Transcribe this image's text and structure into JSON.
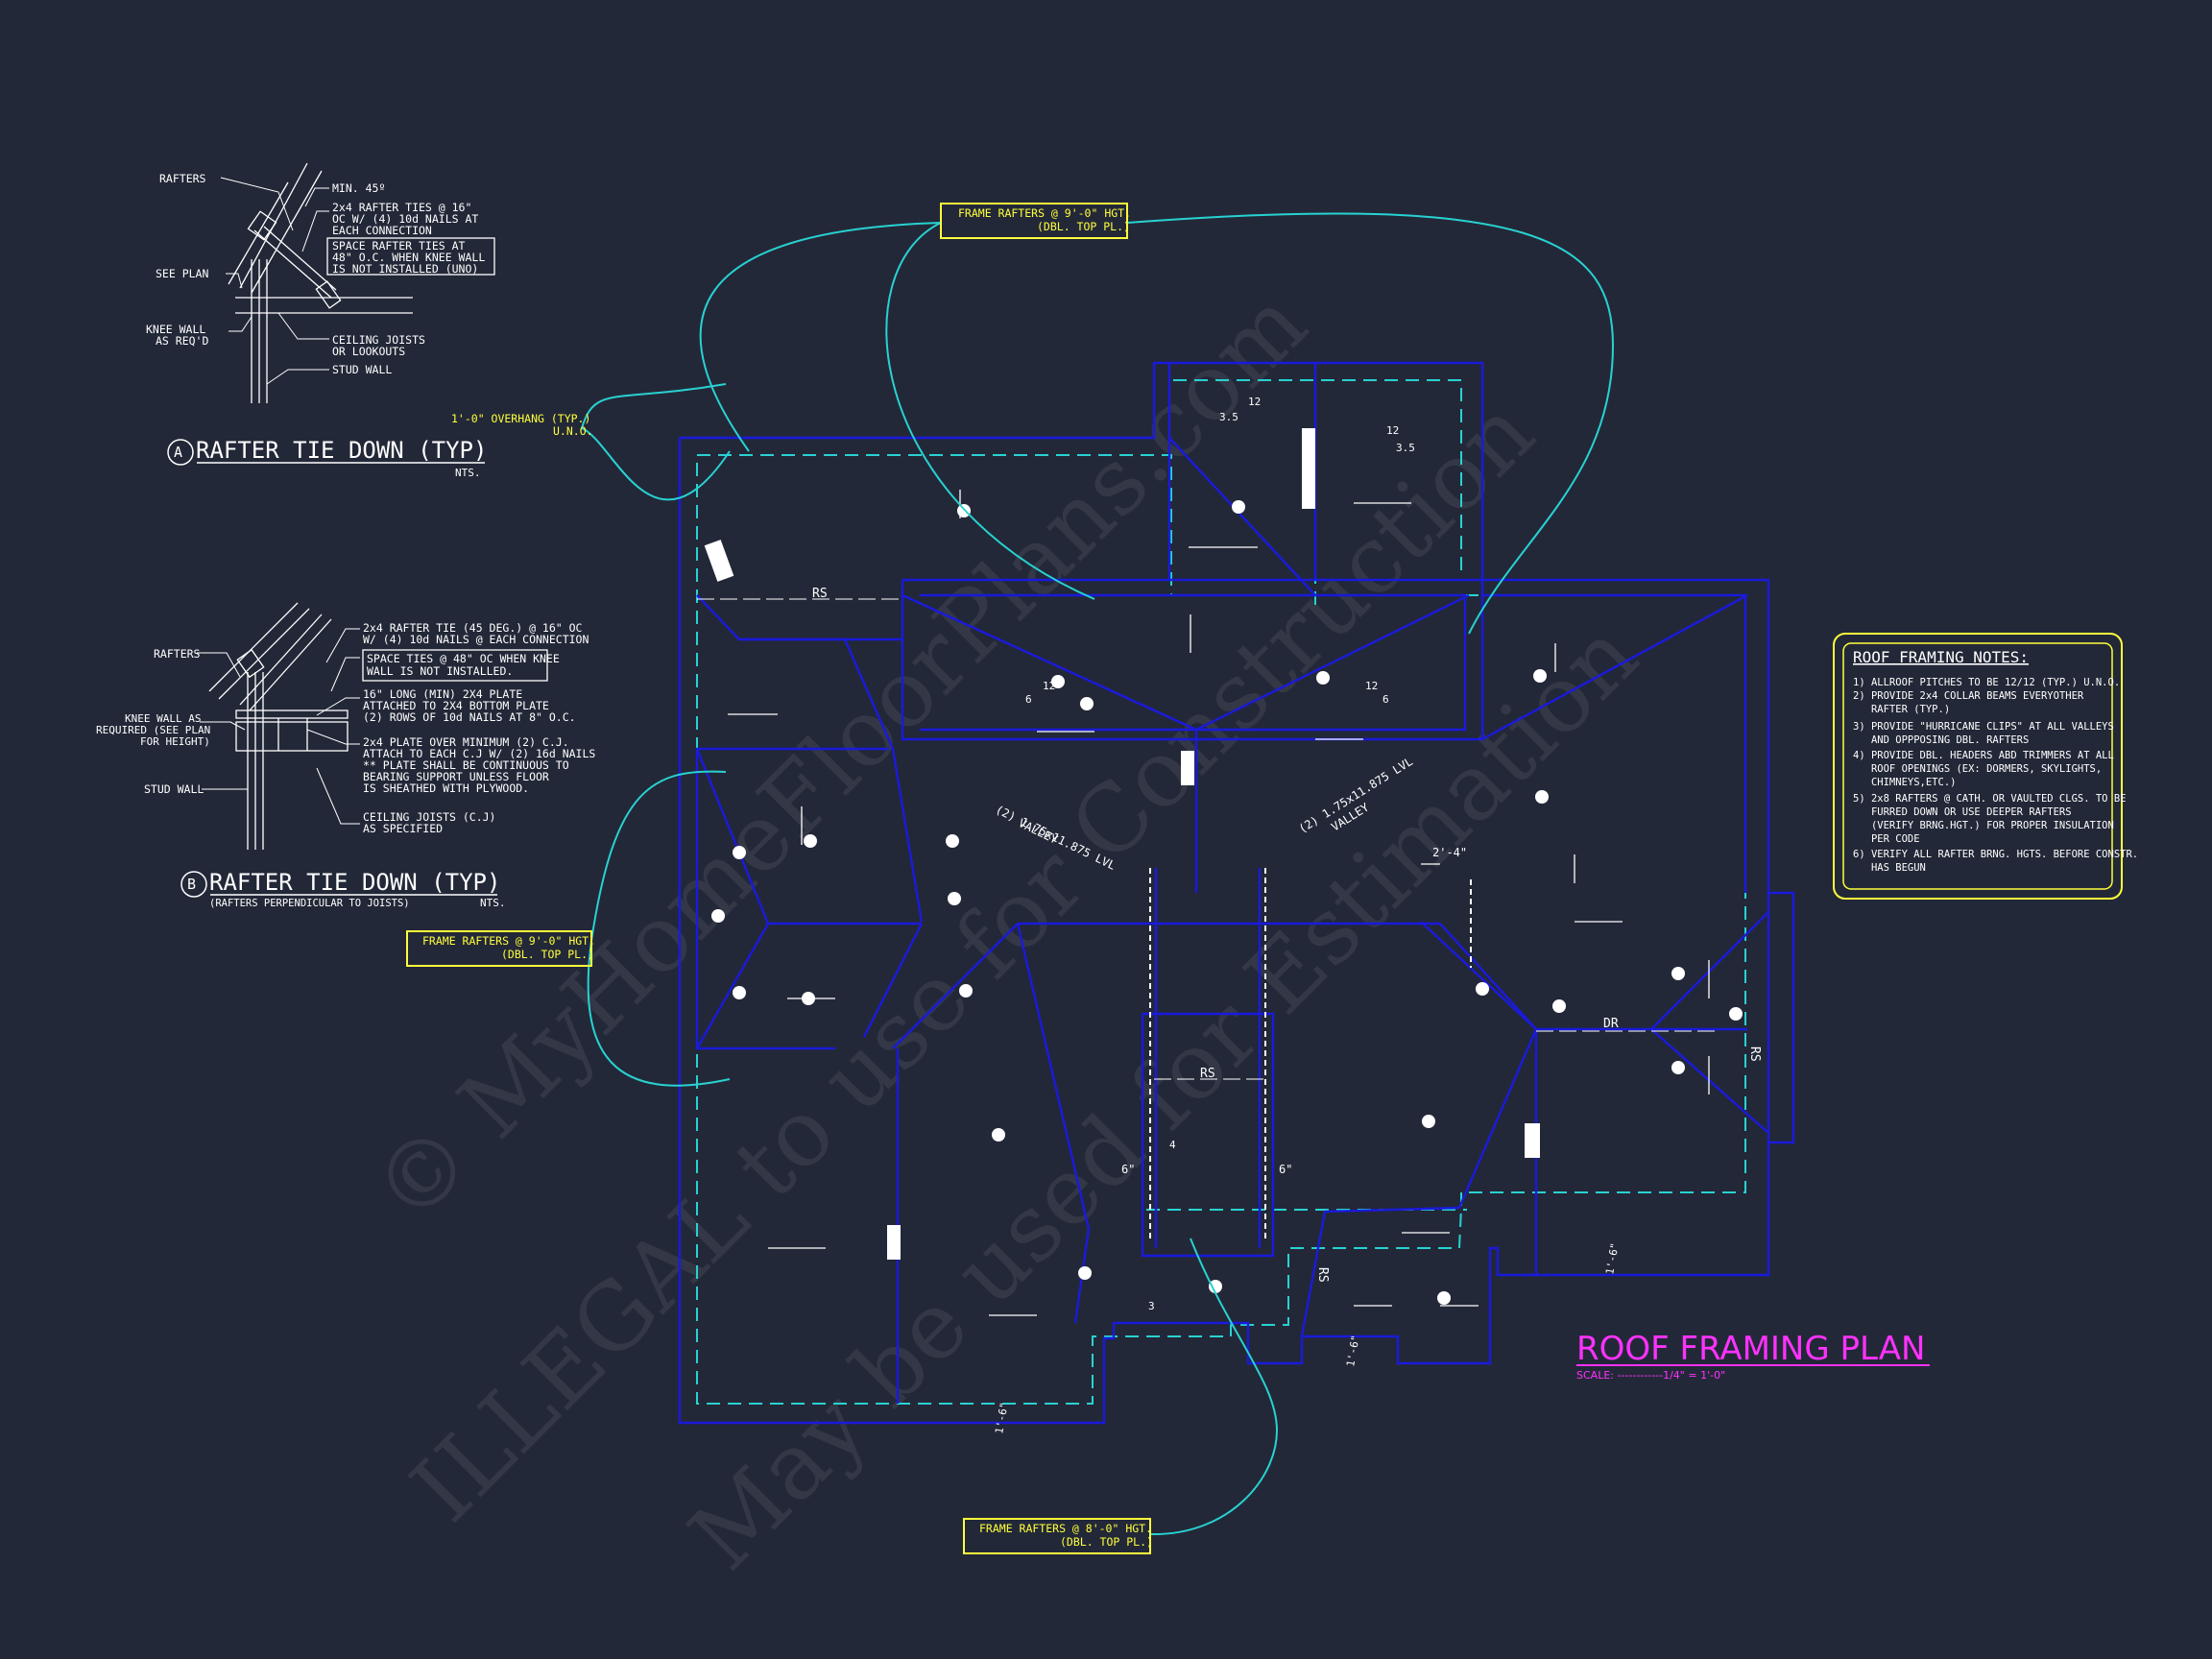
{
  "colors": {
    "background": "#232838",
    "roof_outline": "#1a1adc",
    "dashed_wall": "#28d2d2",
    "leader": "#28d2d2",
    "note_box": "#ffff3c",
    "plan_title": "#ff32ff",
    "text": "#ffffff"
  },
  "watermark": {
    "line1": "© MyHomeFloorPlans.com",
    "line2": "ILLEGAL to use for Construction",
    "line3": "May be used for Estimation"
  },
  "detail_a": {
    "marker": "A",
    "title": "RAFTER TIE DOWN (TYP)",
    "scale": "NTS.",
    "labels": {
      "rafters": "RAFTERS",
      "min": "MIN. 45º",
      "ties_1": "2x4 RAFTER TIES @ 16\"",
      "ties_2": "OC W/ (4) 10d NAILS AT",
      "ties_3": "EACH CONNECTION",
      "space_1": "SPACE RAFTER TIES AT",
      "space_2": "48\" O.C. WHEN KNEE WALL",
      "space_3": "IS NOT INSTALLED (UNO)",
      "see_plan": "SEE PLAN",
      "knee_1": "KNEE WALL",
      "knee_2": "AS REQ'D",
      "ceiling_1": "CEILING JOISTS",
      "ceiling_2": "OR LOOKOUTS",
      "stud": "STUD WALL"
    }
  },
  "detail_b": {
    "marker": "B",
    "title": "RAFTER TIE DOWN (TYP)",
    "subtitle": "(RAFTERS PERPENDICULAR TO JOISTS)",
    "scale": "NTS.",
    "labels": {
      "rafters": "RAFTERS",
      "tie_1": "2x4 RAFTER TIE (45 DEG.) @ 16\" OC",
      "tie_2": "W/ (4) 10d NAILS @ EACH CONNECTION",
      "space_1": "SPACE TIES @ 48\" OC WHEN KNEE",
      "space_2": "WALL IS NOT INSTALLED.",
      "knee_1": "KNEE WALL AS",
      "knee_2": "REQUIRED (SEE PLAN",
      "knee_3": "FOR HEIGHT)",
      "plate_1": "16\" LONG (MIN) 2X4 PLATE",
      "plate_2": "ATTACHED TO 2X4 BOTTOM PLATE",
      "plate_3": "(2) ROWS OF 10d NAILS AT 8\" O.C.",
      "over_1": "2x4 PLATE OVER MINIMUM (2) C.J.",
      "over_2": "ATTACH TO EACH C.J W/ (2) 16d NAILS",
      "over_3": "** PLATE SHALL BE CONTINUOUS TO",
      "over_4": "BEARING SUPPORT UNLESS FLOOR",
      "over_5": "IS SHEATHED WITH PLYWOOD.",
      "stud": "STUD WALL",
      "cj_1": "CEILING JOISTS (C.J)",
      "cj_2": "AS SPECIFIED"
    }
  },
  "callouts": {
    "top_1": "FRAME RAFTERS @ 9'-0\" HGT.",
    "top_2": "(DBL. TOP PL.)",
    "left_1": "FRAME RAFTERS @ 9'-0\" HGT.",
    "left_2": "(DBL. TOP PL.)",
    "bottom_1": "FRAME RAFTERS @ 8'-0\" HGT.",
    "bottom_2": "(DBL. TOP PL.)",
    "overhang_1": "1'-0\" OVERHANG (TYP.)",
    "overhang_2": "U.N.O."
  },
  "notes": {
    "title": "ROOF FRAMING NOTES:",
    "lines": [
      "1) ALLROOF PITCHES TO BE  12/12 (TYP.) U.N.O.",
      "2) PROVIDE 2x4 COLLAR BEAMS EVERYOTHER",
      "   RAFTER (TYP.)",
      "3) PROVIDE \"HURRICANE CLIPS\" AT ALL VALLEYS",
      "   AND OPPPOSING DBL. RAFTERS",
      "4) PROVIDE DBL. HEADERS ABD TRIMMERS AT ALL",
      "   ROOF OPENINGS (EX: DORMERS, SKYLIGHTS,",
      "   CHIMNEYS,ETC.)",
      "5) 2x8 RAFTERS @ CATH. OR VAULTED CLGS. TO BE",
      "   FURRED DOWN OR USE DEEPER RAFTERS",
      "   (VERIFY BRNG.HGT.) FOR PROPER INSULATION",
      "   PER CODE",
      "6) VERIFY ALL RAFTER BRNG. HGTS. BEFORE CONSTR.",
      "   HAS BEGUN"
    ]
  },
  "plan": {
    "title": "ROOF FRAMING PLAN",
    "scale": "SCALE: ------------1/4\" = 1'-0\"",
    "labels": {
      "valley_left_1": "(2) 1.75x11.875 LVL",
      "valley_left_2": "VALLEY",
      "valley_right_1": "(2) 1.75x11.875 LVL",
      "valley_right_2": "VALLEY",
      "rs_top": "RS",
      "rs_mid": "RS",
      "rs_bot": "RS",
      "rs_right": "RS",
      "dr": "DR",
      "dim_right": "2'-4\"",
      "dim_6a": "6\"",
      "dim_6b": "6\"",
      "dim_bl": "1'-6\"",
      "dim_bm": "1'-6\"",
      "dim_br": "1'-6\"",
      "pitch_12": "12",
      "pitch_35": "3.5",
      "pitch_6": "6",
      "pitch_4": "4",
      "pitch_3": "3"
    }
  }
}
